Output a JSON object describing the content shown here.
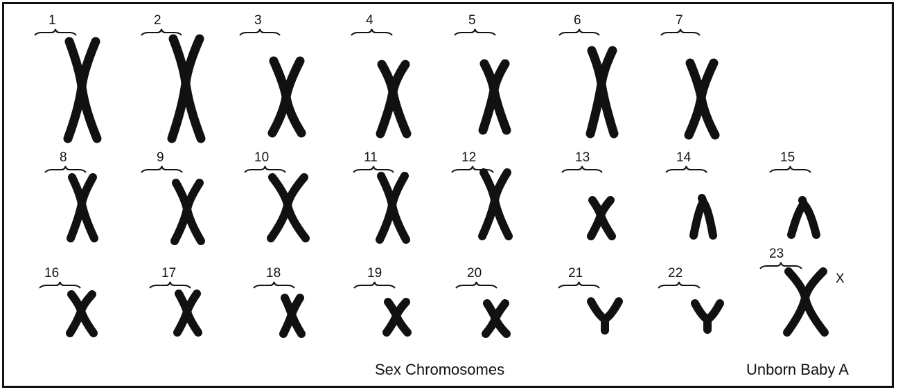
{
  "karyotype": {
    "chromosomes": [
      {
        "label": "1"
      },
      {
        "label": "2"
      },
      {
        "label": "3"
      },
      {
        "label": "4"
      },
      {
        "label": "5"
      },
      {
        "label": "6"
      },
      {
        "label": "7"
      },
      {
        "label": "8"
      },
      {
        "label": "9"
      },
      {
        "label": "10"
      },
      {
        "label": "11"
      },
      {
        "label": "12"
      },
      {
        "label": "13"
      },
      {
        "label": "14"
      },
      {
        "label": "15"
      },
      {
        "label": "16"
      },
      {
        "label": "17"
      },
      {
        "label": "18"
      },
      {
        "label": "19"
      },
      {
        "label": "20"
      },
      {
        "label": "21"
      },
      {
        "label": "22"
      },
      {
        "label": "23",
        "extra_mark": "X"
      }
    ],
    "caption_sex": "Sex Chromosomes",
    "caption_subject": "Unborn Baby A",
    "ink_color": "#111111"
  }
}
